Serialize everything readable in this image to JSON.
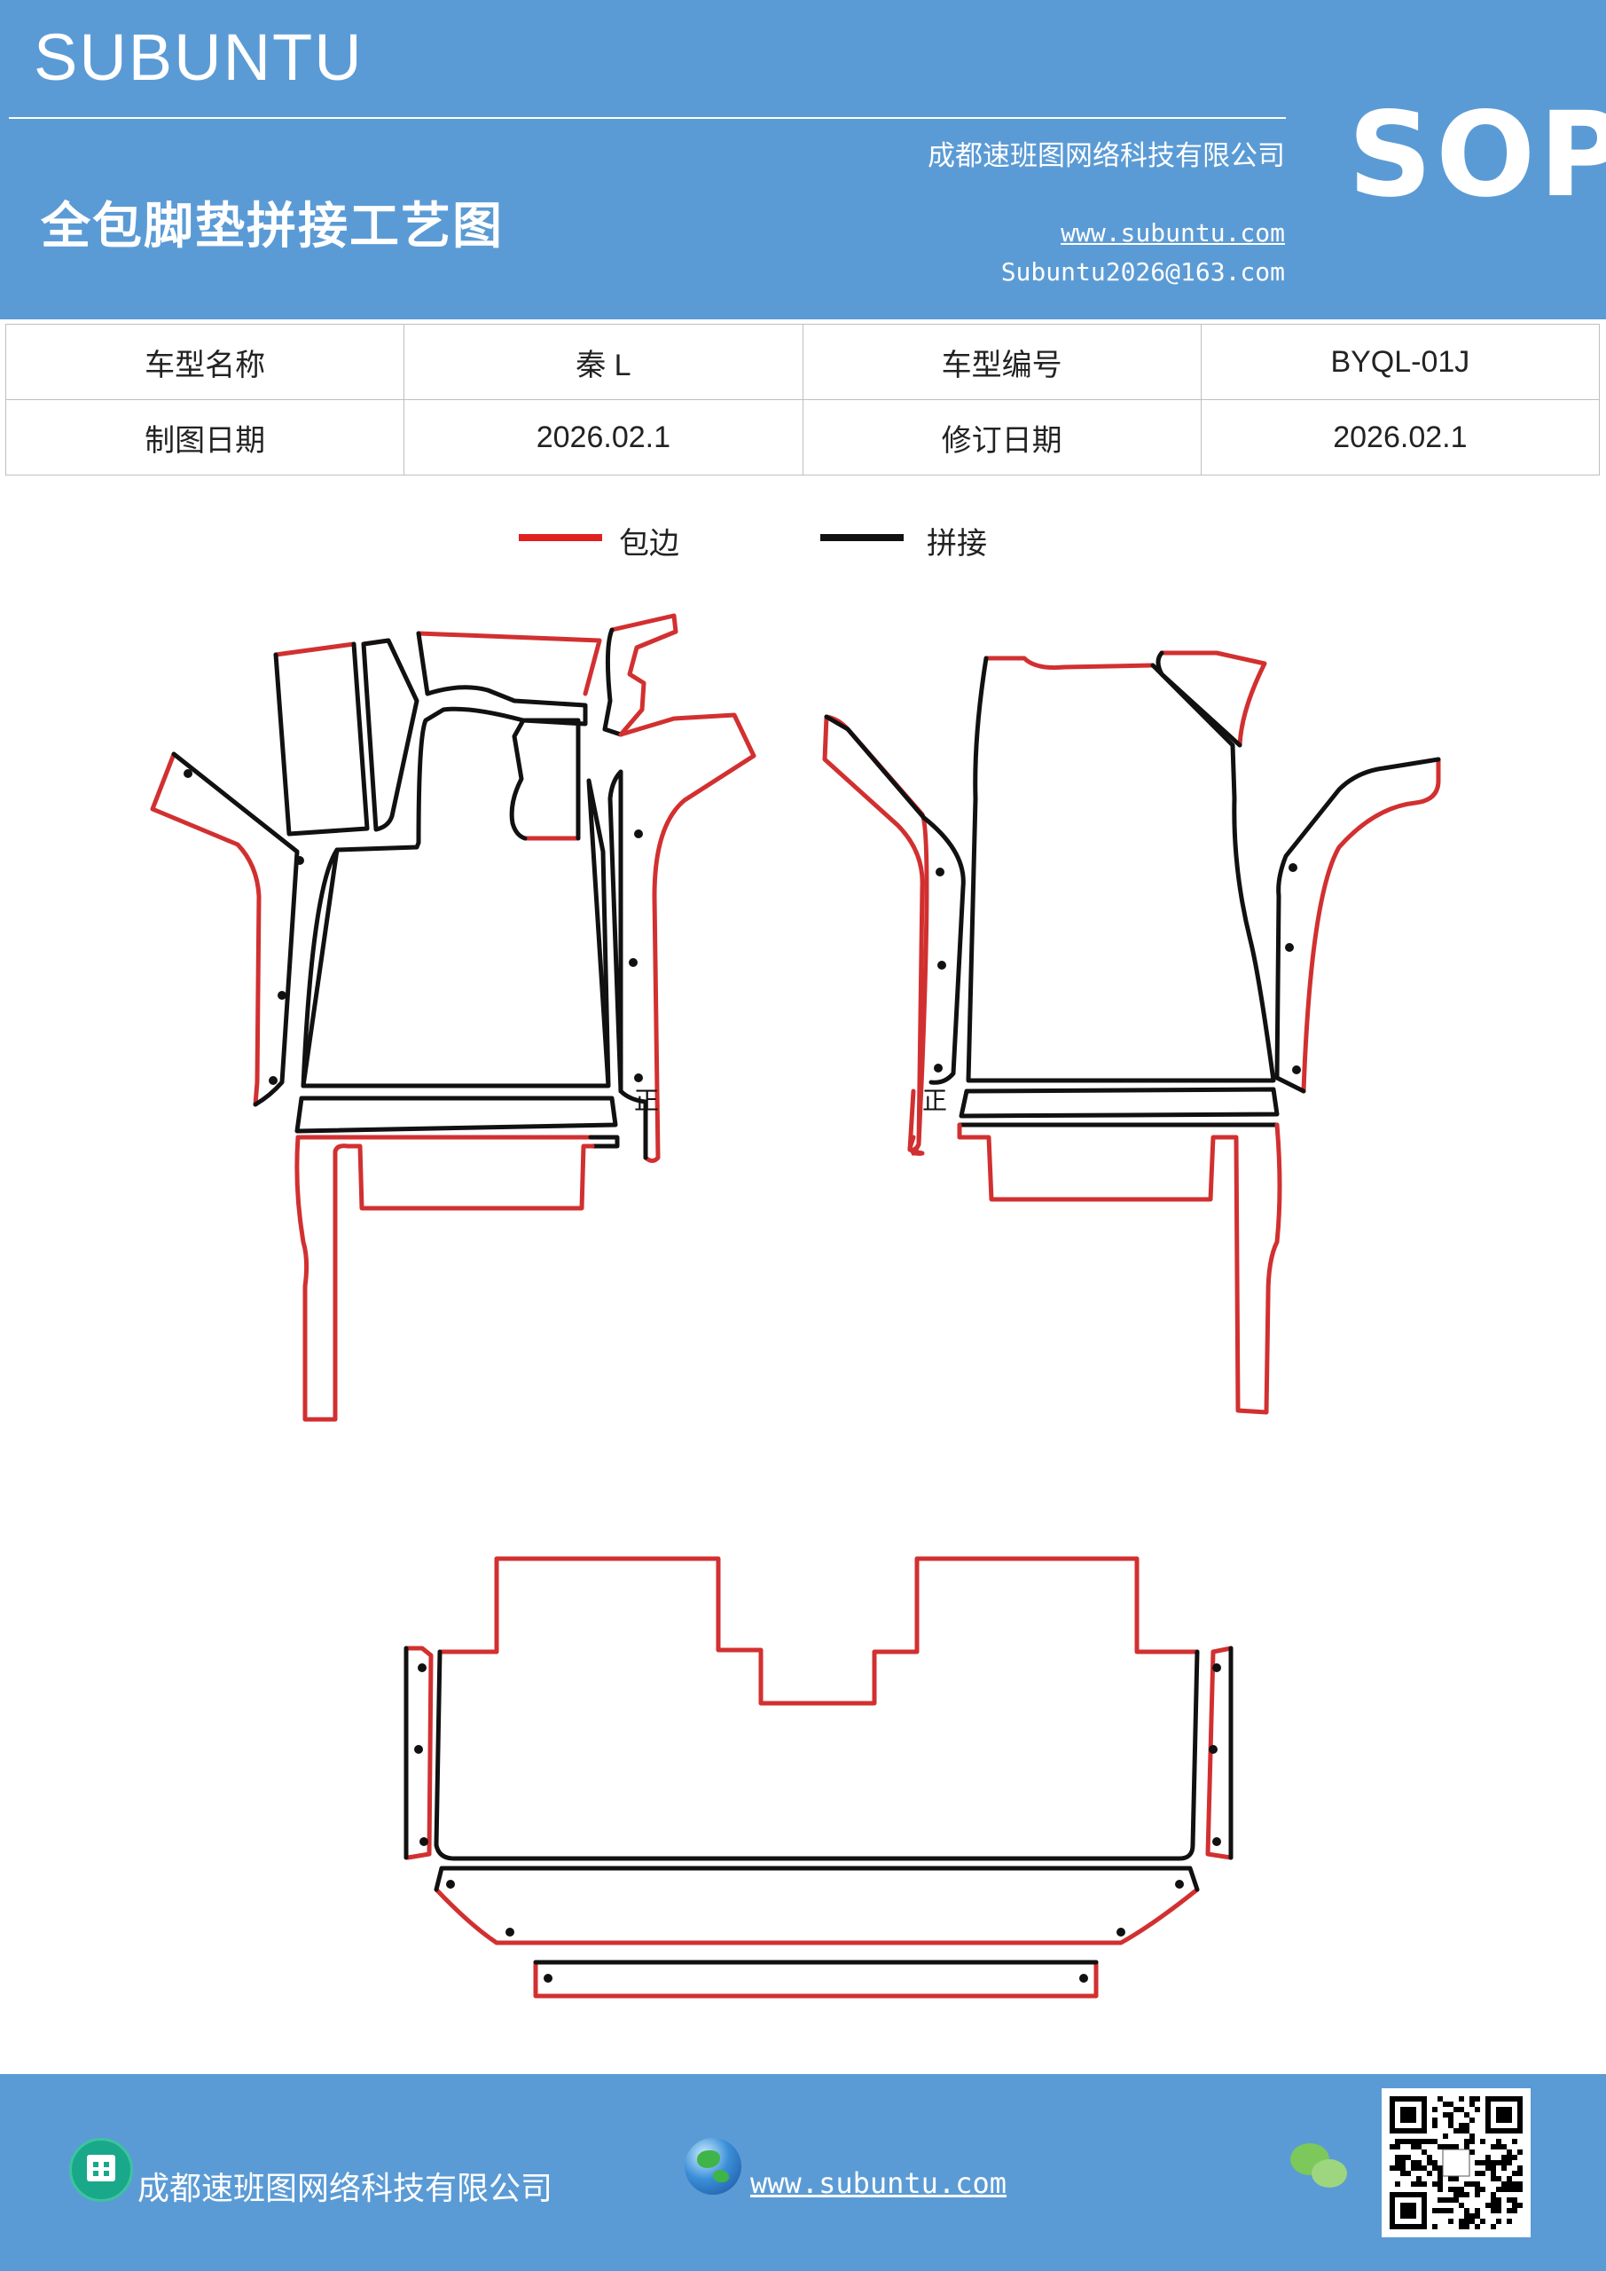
{
  "header": {
    "brand": "SUBUNTU",
    "company": "成都速班图网络科技有限公司",
    "title": "全包脚垫拼接工艺图",
    "website": "www.subuntu.com",
    "email": "Subuntu2026@163.com",
    "badge": "SOP",
    "background_color": "#5b9bd5"
  },
  "info_table": {
    "rows": [
      [
        {
          "text": "车型名称",
          "type": "label"
        },
        {
          "text": "秦 L",
          "type": "value"
        },
        {
          "text": "车型编号",
          "type": "label"
        },
        {
          "text": "BYQL-01J",
          "type": "value"
        }
      ],
      [
        {
          "text": "制图日期",
          "type": "label"
        },
        {
          "text": "2026.02.1",
          "type": "value"
        },
        {
          "text": "修订日期",
          "type": "label"
        },
        {
          "text": "2026.02.1",
          "type": "value"
        }
      ]
    ]
  },
  "legend": [
    {
      "label": "包边",
      "color": "#e02020"
    },
    {
      "label": "拼接",
      "color": "#111111"
    }
  ],
  "diagram": {
    "marks": [
      "正",
      "正"
    ],
    "edge_color": "#d23030",
    "joint_color": "#111111"
  },
  "footer": {
    "company": "成都速班图网络科技有限公司",
    "website": "www.subuntu.com",
    "icons": [
      "building-icon",
      "globe-icon",
      "wechat-icon",
      "qr-code"
    ]
  }
}
